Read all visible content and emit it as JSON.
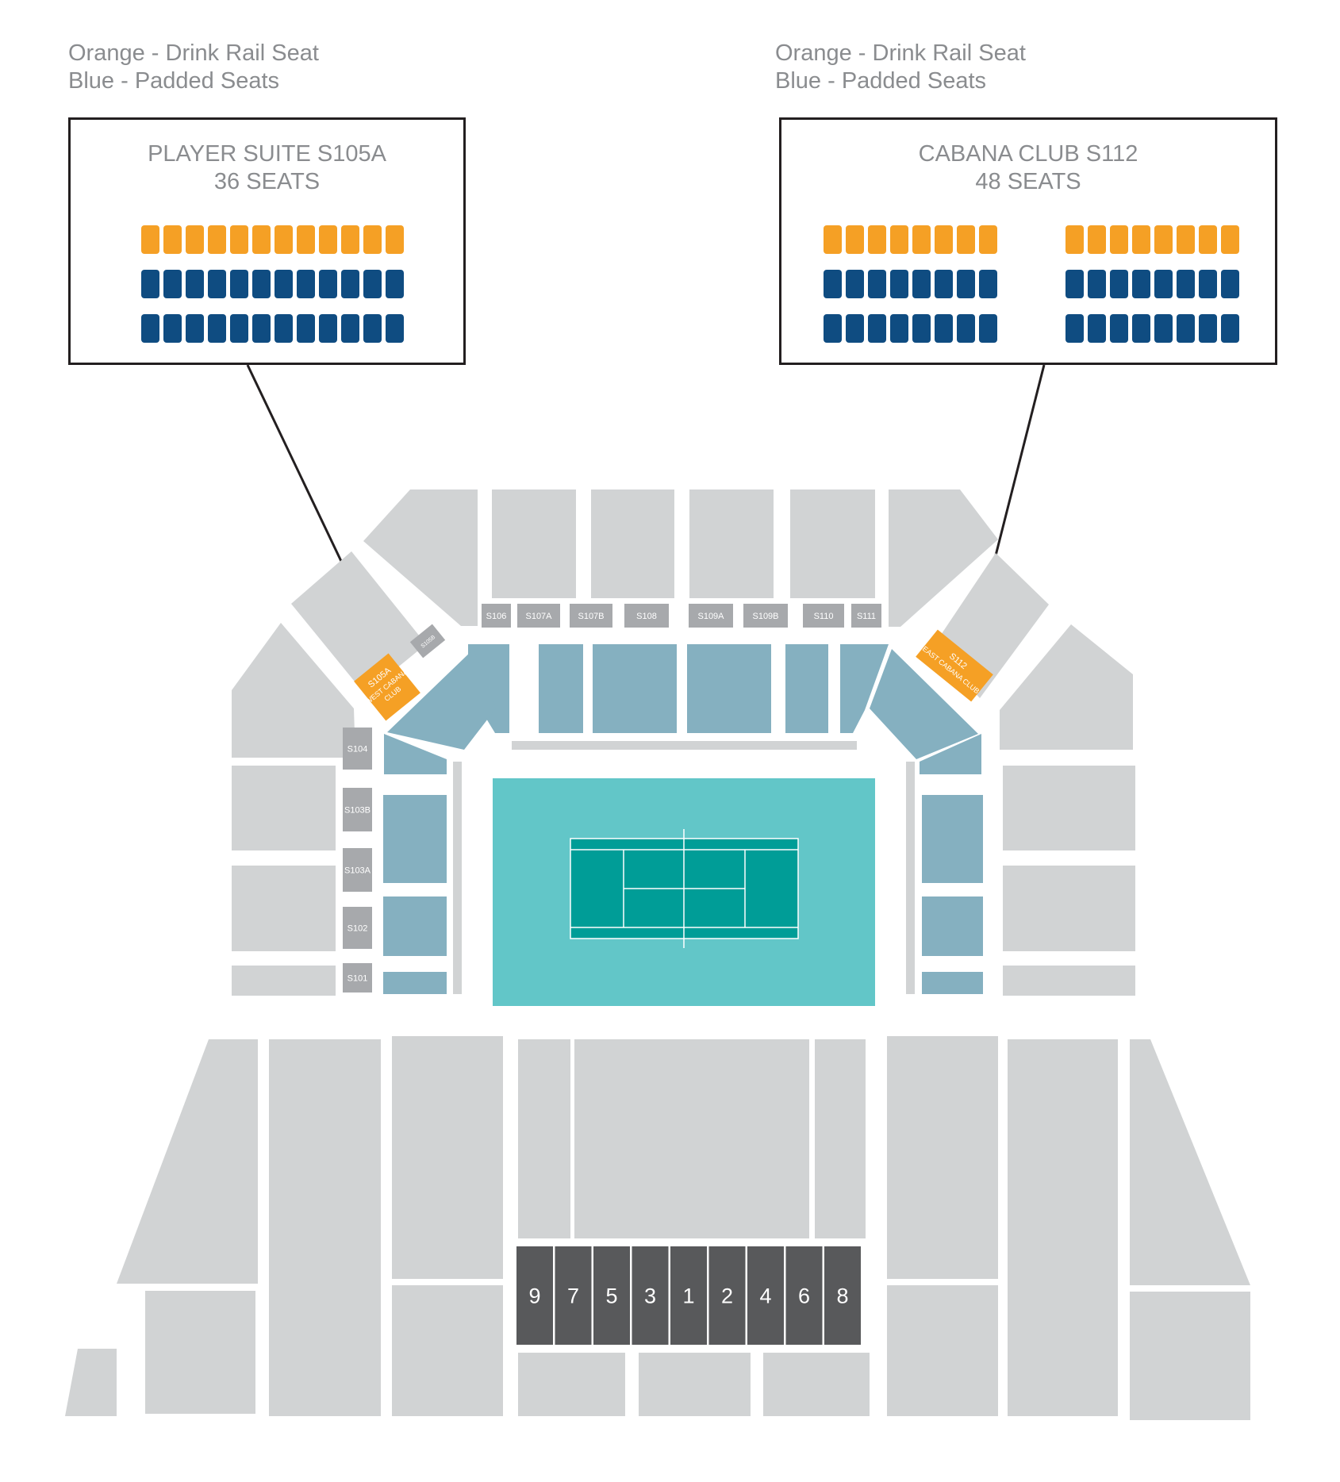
{
  "legends": [
    {
      "line1": "Orange - Drink Rail Seat",
      "line2": "Blue - Padded Seats"
    },
    {
      "line1": "Orange - Drink Rail Seat",
      "line2": "Blue - Padded Seats"
    }
  ],
  "callouts": {
    "player_suite": {
      "title": "PLAYER SUITE S105A",
      "seats_label": "36 SEATS",
      "rows": [
        "orange",
        "blue",
        "blue"
      ],
      "seats_per_row": 12
    },
    "cabana_club": {
      "title": "CABANA CLUB S112",
      "seats_label": "48 SEATS",
      "rows": [
        "orange",
        "blue",
        "blue"
      ],
      "seats_per_group_row": 8,
      "groups": 2
    }
  },
  "colors": {
    "drink_rail": "#f5a025",
    "padded": "#0f4c81",
    "section": "#d1d3d4",
    "suite": "#a7a9ac",
    "lower_bowl": "#85b0c0",
    "court_surround": "#62c6c8",
    "court": "#009d97",
    "courtside": "#58595b"
  },
  "suites_top": [
    "S106",
    "S107A",
    "S107B",
    "S108",
    "S109A",
    "S109B",
    "S110",
    "S111"
  ],
  "suites_left": [
    "S104",
    "S103B",
    "S103A",
    "S102",
    "S101"
  ],
  "west_cabana": {
    "line1": "S105A",
    "line2": "WEST CABANA",
    "line3": "CLUB",
    "small": "S105B"
  },
  "east_cabana": {
    "line1": "S112",
    "line2": "EAST CABANA CLUB"
  },
  "courtside_boxes": [
    "9",
    "7",
    "5",
    "3",
    "1",
    "2",
    "4",
    "6",
    "8"
  ]
}
